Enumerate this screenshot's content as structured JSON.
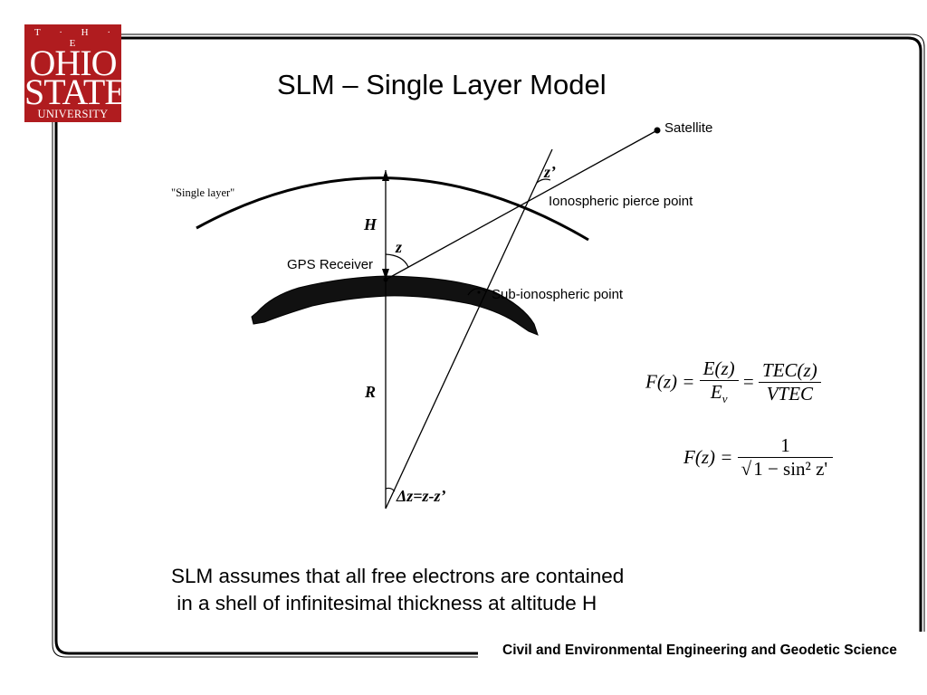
{
  "logo": {
    "line1": "T · H · E",
    "line2": "OHIO",
    "line3": "STATE",
    "line4": "UNIVERSITY"
  },
  "title": "SLM – Single Layer Model",
  "diagram": {
    "label_single_layer": "\"Single layer\"",
    "label_satellite": "Satellite",
    "label_ipp": "Ionospheric pierce point",
    "label_gps_receiver": "GPS Receiver",
    "label_sub_iono": "Sub-ionospheric point",
    "label_H": "H",
    "label_z": "z",
    "label_z_prime": "z’",
    "label_R": "R",
    "label_delta_z": "Δz=z-z’"
  },
  "equations": {
    "eq1": {
      "lhs": "F(z) =",
      "frac1_num": "E(z)",
      "frac1_den_main": "E",
      "frac1_den_sub": "v",
      "eq_sign": "=",
      "frac2_num": "TEC(z)",
      "frac2_den": "VTEC"
    },
    "eq2": {
      "lhs": "F(z) =",
      "num": "1",
      "den": "1 − sin² z'"
    }
  },
  "caption": {
    "line1": "SLM assumes that all free electrons are contained",
    "line2": " in a shell of infinitesimal thickness at altitude H"
  },
  "footer": "Civil and Environmental Engineering and Geodetic Science",
  "colors": {
    "brand_red": "#b01c1f",
    "ink": "#000000",
    "background": "#ffffff"
  }
}
